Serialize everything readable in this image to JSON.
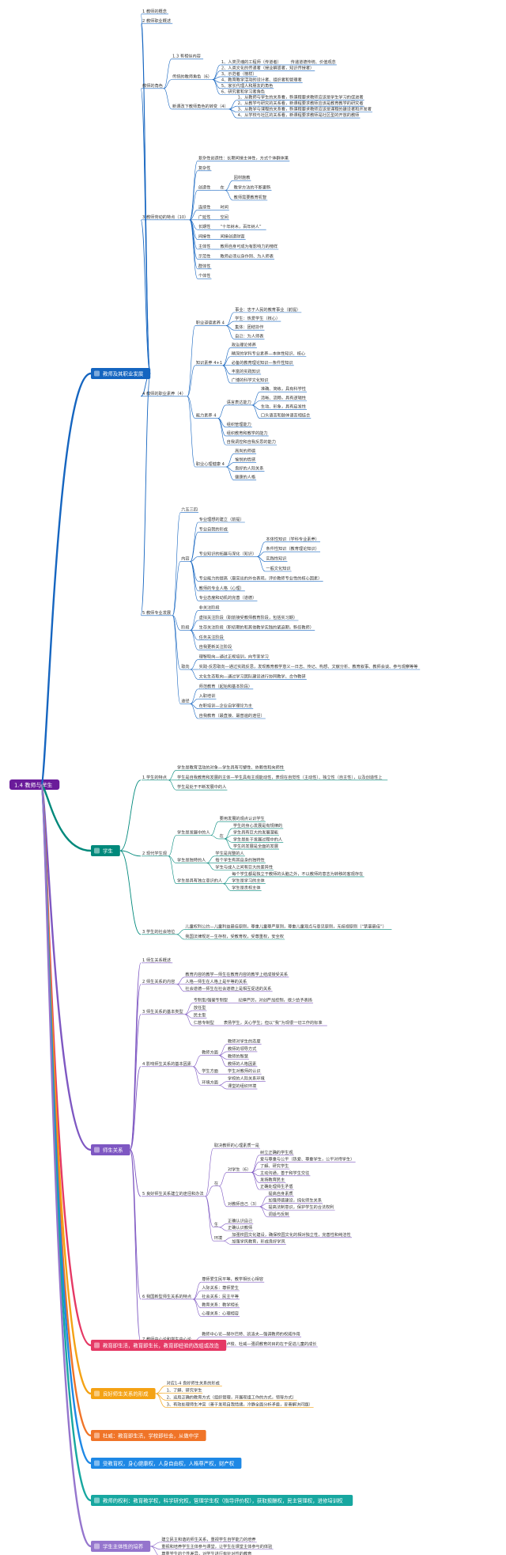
{
  "root": {
    "label": "1.4 教师与学生",
    "color": "#6a1b9a"
  },
  "branches": [
    {
      "id": "teacher",
      "label": "教师及其职业发展",
      "color": "#1565c0",
      "children": [
        {
          "label": "1 教师的概念"
        },
        {
          "label": "2 教师职业概述"
        },
        {
          "label": "教师的角色",
          "children": [
            {
              "label": "1.3 有相似内容"
            },
            {
              "label": "传统的教师角色（6）",
              "children": [
                {
                  "label": "1、人类灵魂的工程师（传道者）",
                  "children": [
                    {
                      "label": "传递道德传统、价值观念"
                    }
                  ]
                },
                {
                  "label": "2、人类文化的传递者（授业解惑者，知识传授者）"
                },
                {
                  "label": "3、示范者（榜样）"
                },
                {
                  "label": "4、教育教学活动的设计者、组织者和管理者"
                },
                {
                  "label": "5、家长代理人和朋友的角色"
                },
                {
                  "label": "6、研究者和学习者角色"
                }
              ]
            },
            {
              "label": "新课改下教师角色的转变（4）",
              "children": [
                {
                  "label": "1、从教师与学生的关系看，新课程要求教师应该是学生学习的促进者"
                },
                {
                  "label": "2、从教学与研究的关系看，新课程要求教师应该是教育教学的研究者"
                },
                {
                  "label": "3、从教学与课程的关系看，新课程要求教师应该是课程的建设者和开发者"
                },
                {
                  "label": "4、从学校与社区的关系看，新课程要求教师是社区型的开放的教师"
                }
              ]
            }
          ]
        },
        {
          "label": "3 教师劳动的特点（10）",
          "children": [
            {
              "label": "复杂性创造性：长期间接主体性，方式个体群体果"
            },
            {
              "label": "复杂性"
            },
            {
              "label": "创造性",
              "children": [
                {
                  "label": "在",
                  "children": [
                    {
                      "label": "因材施教"
                    },
                    {
                      "label": "教学方法的不断更新"
                    },
                    {
                      "label": "教师需要教育机智"
                    }
                  ]
                }
              ]
            },
            {
              "label": "连续性",
              "children": [
                {
                  "label": "时间"
                }
              ]
            },
            {
              "label": "广延性",
              "children": [
                {
                  "label": "空间"
                }
              ]
            },
            {
              "label": "长期性",
              "children": [
                {
                  "label": "“十年树木，百年树人”"
                }
              ]
            },
            {
              "label": "间接性",
              "children": [
                {
                  "label": "间接创造财富"
                }
              ]
            },
            {
              "label": "主体性",
              "children": [
                {
                  "label": "教师自身可成为有影响力的榜样"
                }
              ]
            },
            {
              "label": "示范性",
              "children": [
                {
                  "label": "教师必须以身作则、为人师表"
                }
              ]
            },
            {
              "label": "群体性"
            },
            {
              "label": "个体性"
            }
          ]
        },
        {
          "label": "4 教师的职业素养（4）",
          "children": [
            {
              "label": "职业道德素养 4",
              "children": [
                {
                  "label": "事业：忠于人民的教育事业（前提）"
                },
                {
                  "label": "学生：热爱学生（核心）"
                },
                {
                  "label": "集体：团结协作"
                },
                {
                  "label": "自己：为人师表"
                }
              ]
            },
            {
              "label": "知识素养 4+1",
              "children": [
                {
                  "label": "政治理论修养"
                },
                {
                  "label": "精深的学科专业素养—本体性知识、核心"
                },
                {
                  "label": "必备的教育理论知识—条件性知识"
                },
                {
                  "label": "丰富的实践知识"
                },
                {
                  "label": "广博的科学文化知识"
                }
              ]
            },
            {
              "label": "能力素养 4",
              "children": [
                {
                  "label": "语言表达能力",
                  "children": [
                    {
                      "label": "准确、简练，具有科学性"
                    },
                    {
                      "label": "清晰、流畅，具有逻辑性"
                    },
                    {
                      "label": "生动、形象，具有启发性"
                    },
                    {
                      "label": "口头语言和肢体语言相结合"
                    }
                  ]
                },
                {
                  "label": "组织管理能力"
                },
                {
                  "label": "组织教育和教学的能力"
                },
                {
                  "label": "自我调控和自我反思的能力"
                }
              ]
            },
            {
              "label": "职业心理健康 4",
              "children": [
                {
                  "label": "高尚的师德"
                },
                {
                  "label": "愉悦的情感"
                },
                {
                  "label": "良好的人际关系"
                },
                {
                  "label": "健康的人格"
                }
              ]
            }
          ]
        },
        {
          "label": "5 教师专业发展",
          "children": [
            {
              "label": "六五三四"
            },
            {
              "label": "内容",
              "children": [
                {
                  "label": "专业理想的建立（前提）"
                },
                {
                  "label": "专业自我的形成"
                },
                {
                  "label": "专业知识的拓展与深化（知识）",
                  "children": [
                    {
                      "label": "本体性知识（学科专业素养）"
                    },
                    {
                      "label": "条件性知识（教育理论知识）"
                    },
                    {
                      "label": "实践性知识"
                    },
                    {
                      "label": "一般文化知识"
                    }
                  ]
                },
                {
                  "label": "专业能力的提高（最突出的外在表现，评价教师专业性的核心因素）"
                },
                {
                  "label": "教师的专业人格（心理）"
                },
                {
                  "label": "专业态度和动机的完善（道德）"
                }
              ]
            },
            {
              "label": "阶段",
              "children": [
                {
                  "label": "非关注阶段"
                },
                {
                  "label": "虚拟关注阶段（职前接受教师教育阶段，包括实习期）"
                },
                {
                  "label": "生存关注阶段（职初期的和其他教学实践的紧迫期，新任教师）"
                },
                {
                  "label": "任务关注阶段"
                },
                {
                  "label": "自我更新关注阶段"
                }
              ]
            },
            {
              "label": "取向",
              "children": [
                {
                  "label": "理智取向—通过正规培训，向专家学习"
                },
                {
                  "label": "实践-反思取向—通过实践反思，发现教育教学意义—日志、传记、构想、文献分析、教育叙事、教师会谈、参与观察等等"
                },
                {
                  "label": "文化生态取向—通过学习团队建设进行协同教学、合作教研"
                }
              ]
            },
            {
              "label": "途径",
              "children": [
                {
                  "label": "师范教育（起始和基本阶段）"
                },
                {
                  "label": "入职培训"
                },
                {
                  "label": "在职培训—企业自学理论为主"
                },
                {
                  "label": "自我教育（最直接、最普遍的途径）"
                }
              ]
            }
          ]
        }
      ]
    },
    {
      "id": "student",
      "label": "学生",
      "color": "#00897b",
      "children": [
        {
          "label": "1 学生的特点",
          "children": [
            {
              "label": "学生是教育活动的对象—学生具有可塑性、依赖性和向师性"
            },
            {
              "label": "学生是自我教育和发展的主体—学生具有主观能动性，表现在自觉性（主动性）、独立性（自主性），以及创造性上"
            },
            {
              "label": "学生是处于不断发展中的人"
            }
          ]
        },
        {
          "label": "2 现代学生观",
          "children": [
            {
              "label": "学生是发展中的人",
              "children": [
                {
                  "label": "要用发展的观点认识学生"
                },
                {
                  "label": "在",
                  "children": [
                    {
                      "label": "学生的身心发展是有规律的"
                    },
                    {
                      "label": "学生具有巨大的发展潜能"
                    },
                    {
                      "label": "学生是处于发展过程中的人"
                    },
                    {
                      "label": "学生的发展是全面的发展"
                    }
                  ]
                }
              ]
            },
            {
              "label": "学生是独特的人",
              "children": [
                {
                  "label": "学生是完整的人"
                },
                {
                  "label": "每个学生有其自身的独特性"
                },
                {
                  "label": "学生与成人之间有巨大的差异性"
                }
              ]
            },
            {
              "label": "学生是具有独立意识的人",
              "children": [
                {
                  "label": "每个学生都是独立于教师的头脑之外，不以教师的意志为转移的客观存在"
                },
                {
                  "label": "学生是学习的主体"
                },
                {
                  "label": "学生是责权主体"
                }
              ]
            }
          ]
        },
        {
          "label": "3 学生的社会地位",
          "children": [
            {
              "label": "儿童权利公约—儿童利益最佳原则，尊重儿童尊严原则，尊重儿童观点与意见原则，无歧视原则（“禁暴最佳”）"
            },
            {
              "label": "我国法律规定—生存权，受教育权，受尊重权，安全权"
            }
          ]
        }
      ]
    },
    {
      "id": "relation",
      "label": "师生关系",
      "color": "#7e57c2",
      "children": [
        {
          "label": "1 师生关系概述"
        },
        {
          "label": "2 师生关系的内容",
          "children": [
            {
              "label": "教育内容的教学—师生在教育内容的教学上结成授受关系"
            },
            {
              "label": "人格—师生在人格上是平等的关系"
            },
            {
              "label": "社会道德—师生在社会道德上是相互促进的关系"
            }
          ]
        },
        {
          "label": "3 师生关系的基本类型",
          "children": [
            {
              "label": "专制型/强硬专制型",
              "children": [
                {
                  "label": "纪律严厉，对创严加控制，很少给予表扬"
                }
              ]
            },
            {
              "label": "放任型"
            },
            {
              "label": "民主型"
            },
            {
              "label": "仁慈专制型",
              "children": [
                {
                  "label": "表扬学生，关心学生；但以“我”为现很一切工作的标准"
                }
              ]
            }
          ]
        },
        {
          "label": "4 影响师生关系的基本因素",
          "children": [
            {
              "label": "教师方面",
              "children": [
                {
                  "label": "教师对学生的态度"
                },
                {
                  "label": "教师的领导方式"
                },
                {
                  "label": "教师的智慧"
                },
                {
                  "label": "教师的人格因素"
                }
              ]
            },
            {
              "label": "学生方面",
              "children": [
                {
                  "label": "学生对教师的认识"
                }
              ]
            },
            {
              "label": "环境方面",
              "children": [
                {
                  "label": "学校的人际关系环境"
                },
                {
                  "label": "课堂的组织环境"
                }
              ]
            }
          ]
        },
        {
          "label": "5 良好师生关系建立的途径和办法",
          "children": [
            {
              "label": "取决教师的心理素质一是"
            },
            {
              "label": "在",
              "children": [
                {
                  "label": "对学生（6）",
                  "children": [
                    {
                      "label": "树立正确的学生观"
                    },
                    {
                      "label": "爱与尊重与公平（热爱、尊重学生，公平对待学生）"
                    },
                    {
                      "label": "了解、研究学生"
                    },
                    {
                      "label": "主动沟通，善于和学生交往"
                    },
                    {
                      "label": "发扬教育民主"
                    },
                    {
                      "label": "正确处理师生矛盾"
                    }
                  ]
                },
                {
                  "label": "对教师自己（3）",
                  "children": [
                    {
                      "label": "提高自身素质"
                    },
                    {
                      "label": "加强师德建设，纯化师生关系"
                    },
                    {
                      "label": "提高法制意识，保护学生的合法权利"
                    },
                    {
                      "label": "调适与反制"
                    }
                  ]
                }
              ]
            },
            {
              "label": "生",
              "children": [
                {
                  "label": "正确认识自己"
                },
                {
                  "label": "正确认识教师"
                }
              ]
            },
            {
              "label": "环境",
              "children": [
                {
                  "label": "加强校园文化建设，确保校园文化的相对独立性，完善性和纯洁性"
                },
                {
                  "label": "加强学风教育，形成良好学风"
                }
              ]
            }
          ]
        },
        {
          "label": "6 我国新型师生关系的特点",
          "children": [
            {
              "label": "尊师爱生民平等，教学相长心相容"
            },
            {
              "label": "人际关系：尊师爱生"
            },
            {
              "label": "社会关系：民主平等"
            },
            {
              "label": "教育关系：教学相长"
            },
            {
              "label": "心理关系：心理相容"
            }
          ]
        },
        {
          "label": "7 教师中心论和学生中心论",
          "children": [
            {
              "label": "教师中心论—赫尔巴特、凯洛夫—强调教师的权威作用"
            },
            {
              "label": "学生中心论—卢梭、杜威—强调教育的目的在于促进儿童的成长"
            }
          ]
        }
      ]
    },
    {
      "id": "b4",
      "label": "教育即生活，教育即生长，教育即经验的改组或改造",
      "color": "#e53965"
    },
    {
      "id": "b5",
      "label": "良好师生关系的形成",
      "color": "#f4a214",
      "children": [
        {
          "label": "对应1-4 良好师生关系的形成"
        },
        {
          "label": "1、了解、研究学生"
        },
        {
          "label": "2、运用正确的教育方式（组织管理，开展现组工作的方式，领导方式）"
        },
        {
          "label": "3、有效处理师生冲突（善于发现自我情绪，冷静全面分析矛盾，妥善解决问题）"
        }
      ]
    },
    {
      "id": "b6",
      "label": "杜威：教育即生活，学校即社会，从做中学",
      "color": "#f07428"
    },
    {
      "id": "b7",
      "label": "受教育权，身心健康权，人身自由权，人格尊严权，财产权",
      "color": "#1e88e5"
    },
    {
      "id": "b8",
      "label": "教师的权利：教育教学权，科学研究权，管理学生权（指导评价权），获取报酬权，民主管理权，进修培训权",
      "color": "#17a7a0"
    },
    {
      "id": "b9",
      "label": "学生主体性的培养",
      "color": "#9575cd",
      "children": [
        {
          "label": "建立民主和谐的师生关系，重视学生自学能力的培养"
        },
        {
          "label": "重视和培养学生主体参与课堂，让学生在课堂主体参与的体验"
        },
        {
          "label": "尊重学生的个性差异，对学生进行有针对性的教育"
        }
      ]
    }
  ]
}
